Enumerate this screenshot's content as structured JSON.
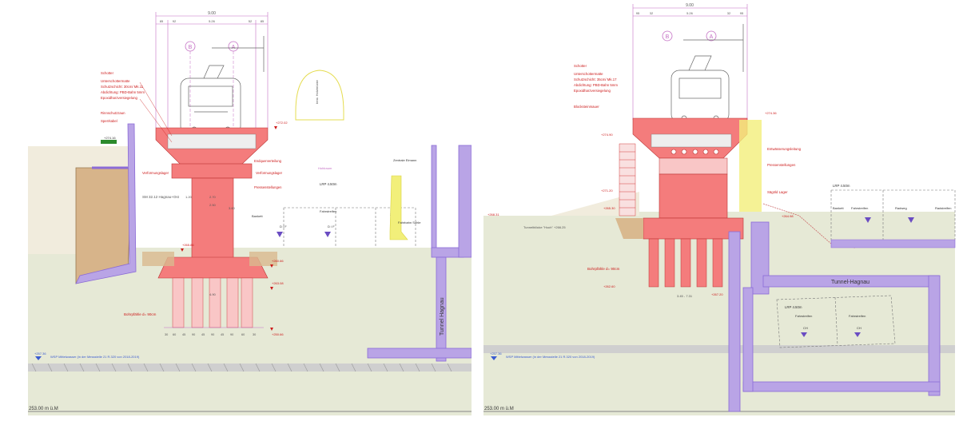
{
  "colors": {
    "concrete": "#f47c7c",
    "concrete_light": "#f9c6c6",
    "soil": "#d9b98f",
    "ground": "#dfe3cc",
    "tunnel": "#b9a4e6",
    "tunnel_stroke": "#8b6bd6",
    "dims": "#c46fc4",
    "water": "#3a5bd0",
    "yellow": "#f2ef7a",
    "red": "#cc1a1a",
    "gray": "#777777"
  },
  "left": {
    "overall_width": "9.00",
    "sub_dims": [
      "85",
      "92",
      "5.26",
      "52",
      "85"
    ],
    "track_b": "B",
    "track_a": "A",
    "label_schotter": "Schotter",
    "label_unterschottermatte": "Unterschottermatte",
    "label_schutzschicht": "Schutzschicht: 30cm/ Mk.11",
    "label_abdichtung": "Abdichtung: PBD-Bahn 5mm",
    "label_epoxid": "Epoxidharzversiegelung",
    "label_rinne": "Rinnschutzzaun",
    "label_sperrkabel": "Sperrkabel",
    "label_endquer": "Endquerverteilung",
    "label_verformung_l": "Verformungslager",
    "label_verformung_r": "Verformungslager",
    "label_pressen": "Pressenstellungen",
    "label_fahrstreifen": "Fahrstreifen",
    "label_bankett": "Bankett",
    "label_hohlraum": "Hohlraum",
    "label_bohrpfaehle": "Bohrpfähle d= 90cm",
    "label_wsp": "WSP Mittelwasser (in der Messstelle 21 R.320 von 2018-2019)",
    "label_wsp_level": "+257.36",
    "label_tunnel": "Tunnel Hagnau",
    "label_sm": "SM 32.12 Hagnau+Ost",
    "label_lrp": "LRP 4.50m",
    "label_df1": "D / F",
    "label_df2": "D / F",
    "label_zentrale": "Zentrale Eimann",
    "label_fahrb_sohle": "Fahrbahn Sohle",
    "label_bestand": "best. Holzbrücke",
    "label_boden_level": "+274.16",
    "level_pier_top": "+272.02",
    "level_pile_top": "+265.86",
    "level_pile_mid": "+263.08",
    "level_base": "+260.66",
    "level_pile_bot": "+250.66",
    "dim_300a": "3.60",
    "dim_375": "3.75",
    "dim_250": "2.50",
    "dim_2x": "2.70",
    "dim_120": "1.20",
    "dim_490": "4.90",
    "pile_dims": [
      "30",
      "60",
      "45",
      "90",
      "45",
      "90",
      "45",
      "90",
      "60",
      "30"
    ],
    "scale_label": "253.00 m ü.M"
  },
  "right": {
    "overall_width": "9.00",
    "sub_dims": [
      "95",
      "32",
      "5.26",
      "32",
      "95"
    ],
    "track_b": "B",
    "track_a": "A",
    "label_schotter": "Schotter",
    "label_unterschottermatte": "Unterschottermatte",
    "label_schutzschicht": "Schutzschicht: 35cm/ Mk.17",
    "label_abdichtung": "Abdichtung: PBD-Bahn 5mm",
    "label_epoxid": "Epoxidharzversiegelung",
    "label_blockstein": "Blocksteinmauer",
    "label_entwaesserung": "Entwässerungsleitung",
    "label_pressen": "Pressenstellungen",
    "label_lager": "Sägöld Lager",
    "label_tunnelblock": "Tunnelblöcke \"Hoch\" +266.25",
    "label_bohrpfaehle": "Bohrpfähle d= 90cm",
    "label_tunnel": "Tunnel-Hagnau",
    "label_lrp": "LRP 4.50m",
    "label_lrp2": "LRP 4.50m",
    "label_fahrstreifen": "Fahrstreifen",
    "label_fahrstreifen2": "Fahrstreifen",
    "label_radweg": "Radweg",
    "label_bankett": "Bankett",
    "label_radstreifen": "Radstreifen",
    "label_ch1": "CH",
    "label_ch2": "CH",
    "label_wsp": "WSP Mittelwasser (in der Messstelle 21 R.320 von 2018-2019)",
    "label_wsp_level": "+257.36",
    "level_top": "+274.36",
    "level_pier": "+274.90",
    "level_mid": "+271.20",
    "level_left": "+268.31",
    "level_lower": "+265.30",
    "level_bot": "+262.60",
    "level_pile": "+267.20",
    "level_sm": "+264.98",
    "dim_345": "3.45 - 7.31",
    "scale_label": "253.00 m ü.M"
  }
}
